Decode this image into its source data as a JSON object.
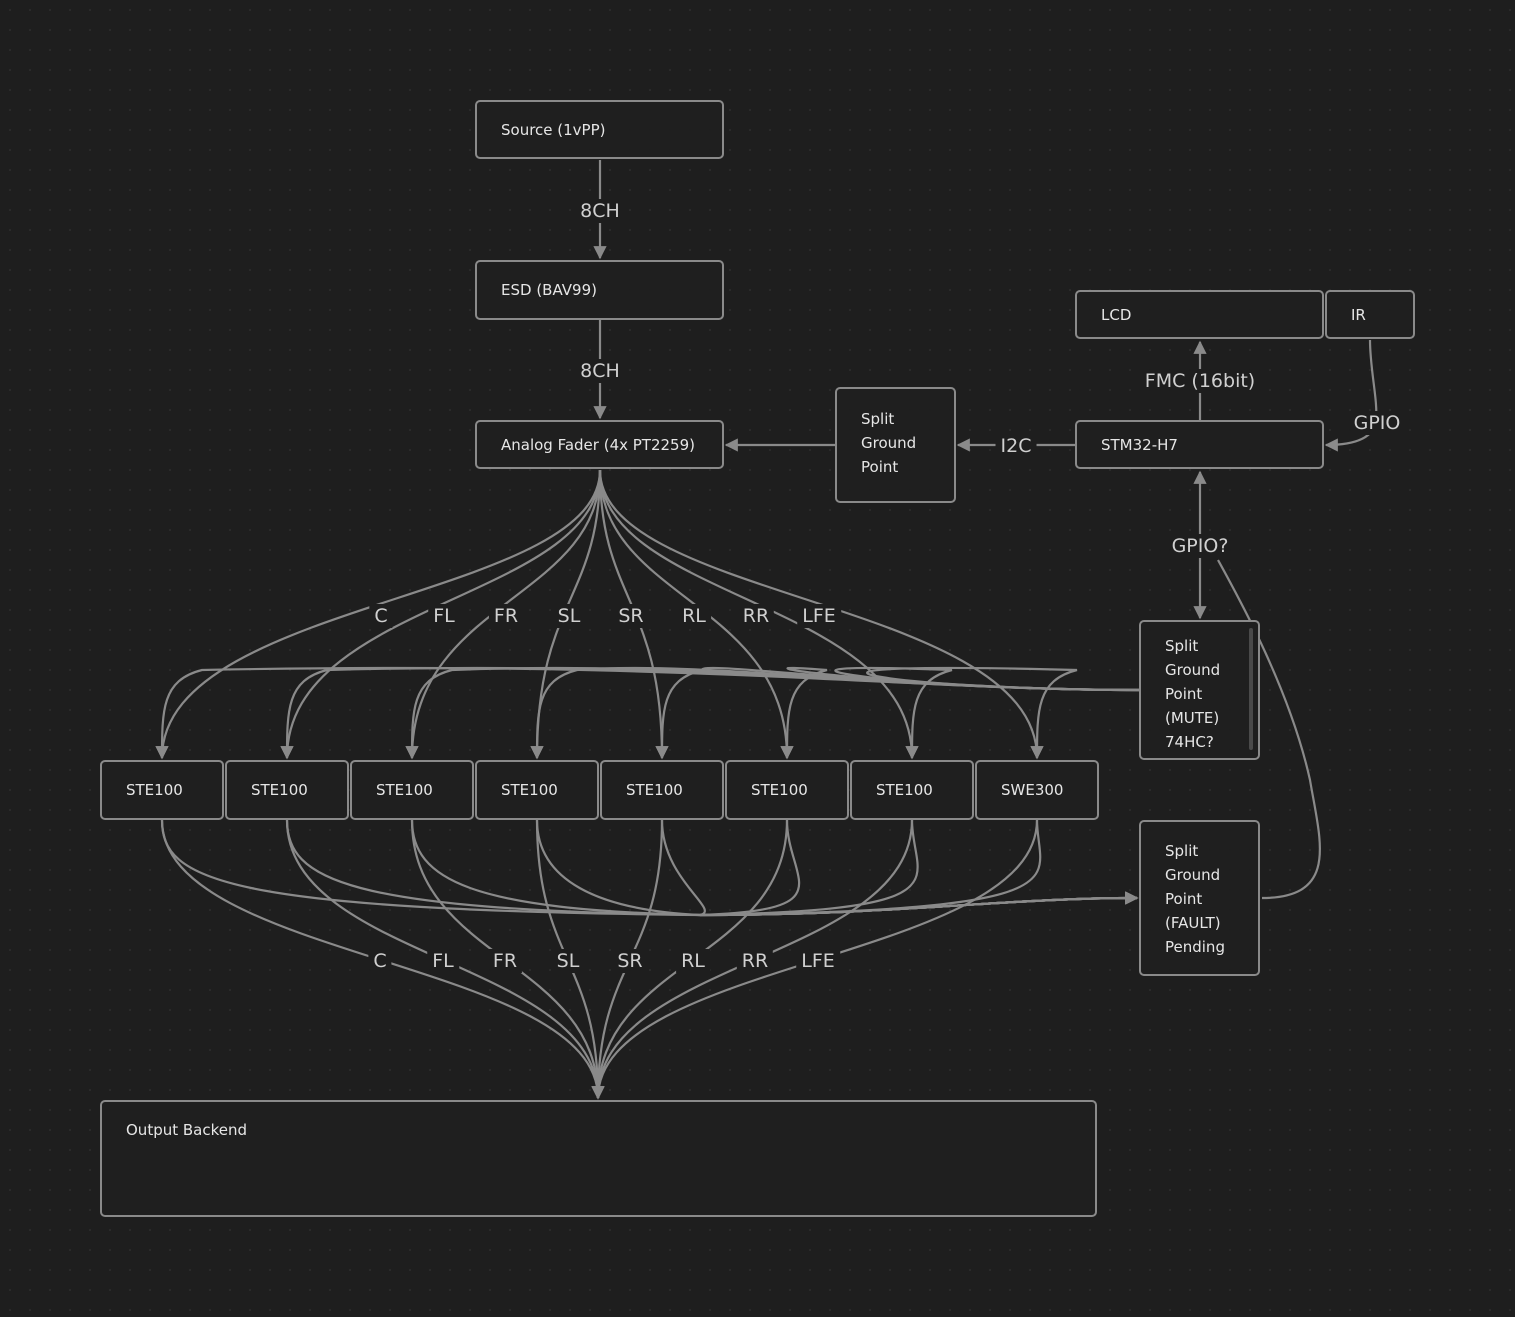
{
  "nodes": {
    "source": "Source (1vPP)",
    "esd": "ESD (BAV99)",
    "fader": "Analog Fader (4x PT2259)",
    "split_i2c": "Split\nGround\nPoint",
    "stm32": "STM32-H7",
    "lcd": "LCD",
    "ir": "IR",
    "mute": "Split\nGround\nPoint\n(MUTE)\n74HC?",
    "fault": "Split\nGround\nPoint\n(FAULT)\nPending",
    "amps": [
      "STE100",
      "STE100",
      "STE100",
      "STE100",
      "STE100",
      "STE100",
      "STE100",
      "SWE300"
    ],
    "output": "Output Backend"
  },
  "edge_labels": {
    "source_to_esd": "8CH",
    "esd_to_fader": "8CH",
    "i2c": "I2C",
    "fmc": "FMC (16bit)",
    "gpio": "GPIO",
    "gpio_q": "GPIO?",
    "channels_in": [
      "C",
      "FL",
      "FR",
      "SL",
      "SR",
      "RL",
      "RR",
      "LFE"
    ],
    "channels_out": [
      "C",
      "FL",
      "FR",
      "SL",
      "SR",
      "RL",
      "RR",
      "LFE"
    ]
  },
  "colors": {
    "background": "#1e1e1e",
    "node_border": "#8a8a8a",
    "edge": "#8a8a8a",
    "text": "#e6e6e6"
  }
}
